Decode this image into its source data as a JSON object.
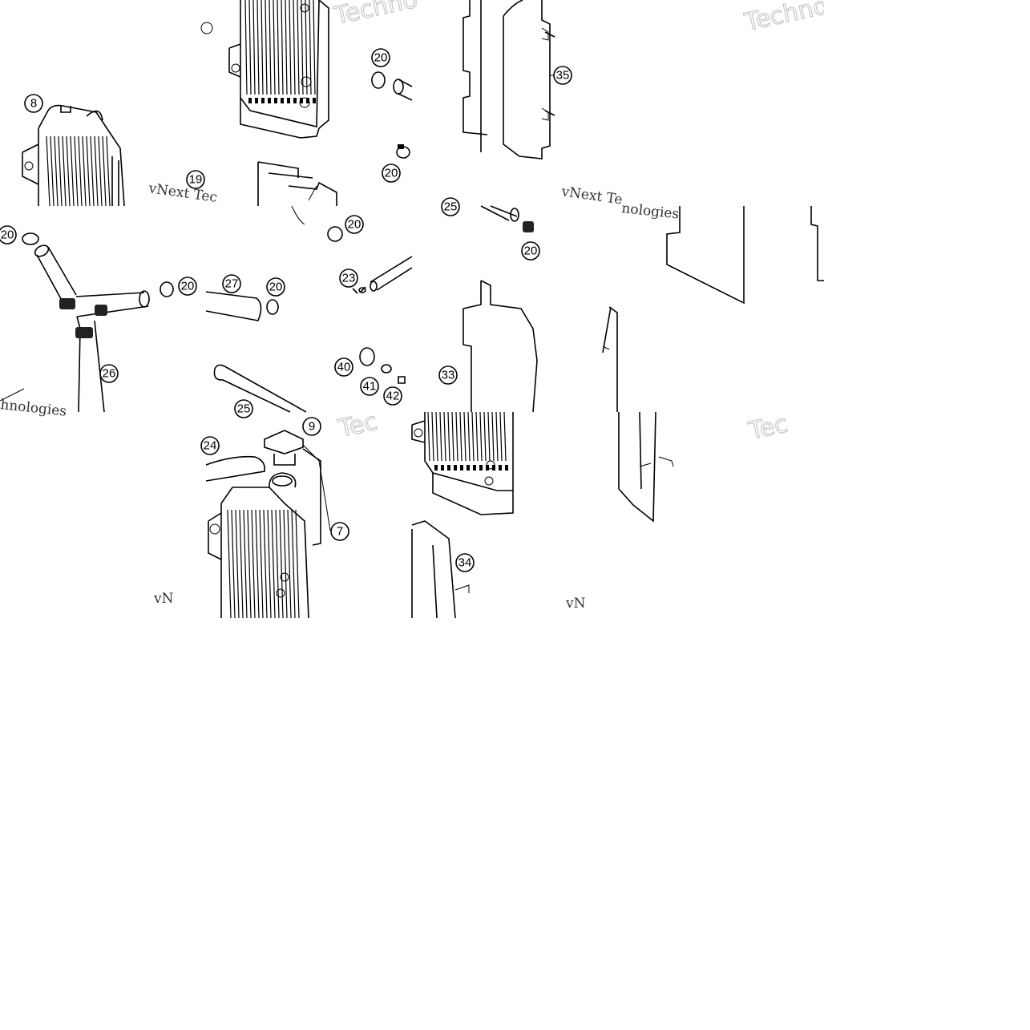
{
  "callouts": [
    {
      "label": "8"
    },
    {
      "label": "20"
    },
    {
      "label": "35"
    },
    {
      "label": "20"
    },
    {
      "label": "20"
    },
    {
      "label": "20"
    },
    {
      "label": "20"
    },
    {
      "label": "27"
    },
    {
      "label": "20"
    },
    {
      "label": "23"
    },
    {
      "label": "20"
    },
    {
      "label": "26"
    },
    {
      "label": "40"
    },
    {
      "label": "41"
    },
    {
      "label": "42"
    },
    {
      "label": "33"
    },
    {
      "label": "9"
    },
    {
      "label": "7"
    },
    {
      "label": "34"
    },
    {
      "label": "25"
    },
    {
      "label": "24"
    },
    {
      "label": "19"
    },
    {
      "label": "25"
    }
  ],
  "watermarks": [
    {
      "text": "Techno"
    },
    {
      "text": "Techno"
    },
    {
      "text": "vNext Tec"
    },
    {
      "text": "vNext Te"
    },
    {
      "text": "hnologies"
    },
    {
      "text": "Tec"
    },
    {
      "text": "Tec"
    },
    {
      "text": "vN"
    },
    {
      "text": "vN"
    },
    {
      "text": "nologies"
    }
  ]
}
